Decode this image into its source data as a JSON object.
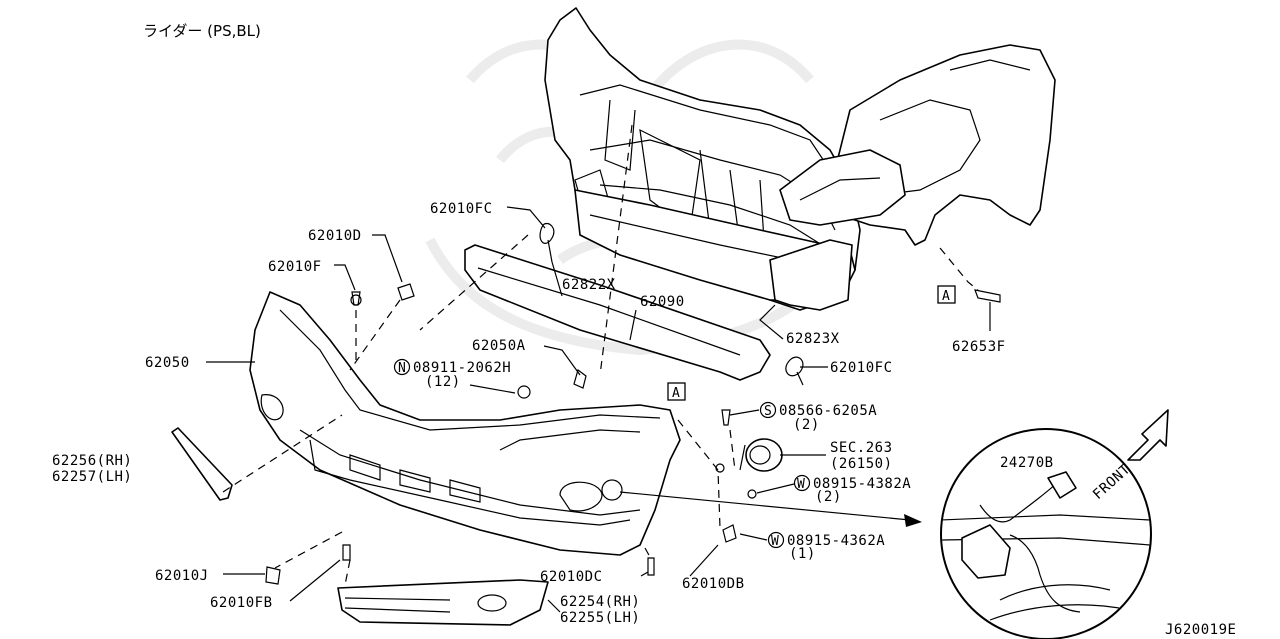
{
  "title": "ライダー (PS,BL)",
  "diagram_id": "J620019E",
  "front_label": "FRONT",
  "ref_marker": "A",
  "sec_ref": {
    "line1": "SEC.263",
    "line2": "(26150)"
  },
  "parts": {
    "p62010FC_top": "62010FC",
    "p62010D": "62010D",
    "p62010F": "62010F",
    "p62822X": "62822X",
    "p62090": "62090",
    "p62823X": "62823X",
    "p62653F": "62653F",
    "p62050": "62050",
    "p62050A": "62050A",
    "n_bolt": {
      "symbol": "N",
      "number": "08911-2062H",
      "qty": "(12)"
    },
    "p62010FC_right": "62010FC",
    "s_bolt": {
      "symbol": "S",
      "number": "08566-6205A",
      "qty": "(2)"
    },
    "w_washer1": {
      "symbol": "W",
      "number": "08915-4382A",
      "qty": "(2)"
    },
    "w_washer2": {
      "symbol": "W",
      "number": "08915-4362A",
      "qty": "(1)"
    },
    "p62256": "62256(RH)",
    "p62257": "62257(LH)",
    "p62010J": "62010J",
    "p62010FB": "62010FB",
    "p62010DC": "62010DC",
    "p62010DB": "62010DB",
    "p62254": "62254(RH)",
    "p62255": "62255(LH)",
    "p24270B": "24270B"
  }
}
